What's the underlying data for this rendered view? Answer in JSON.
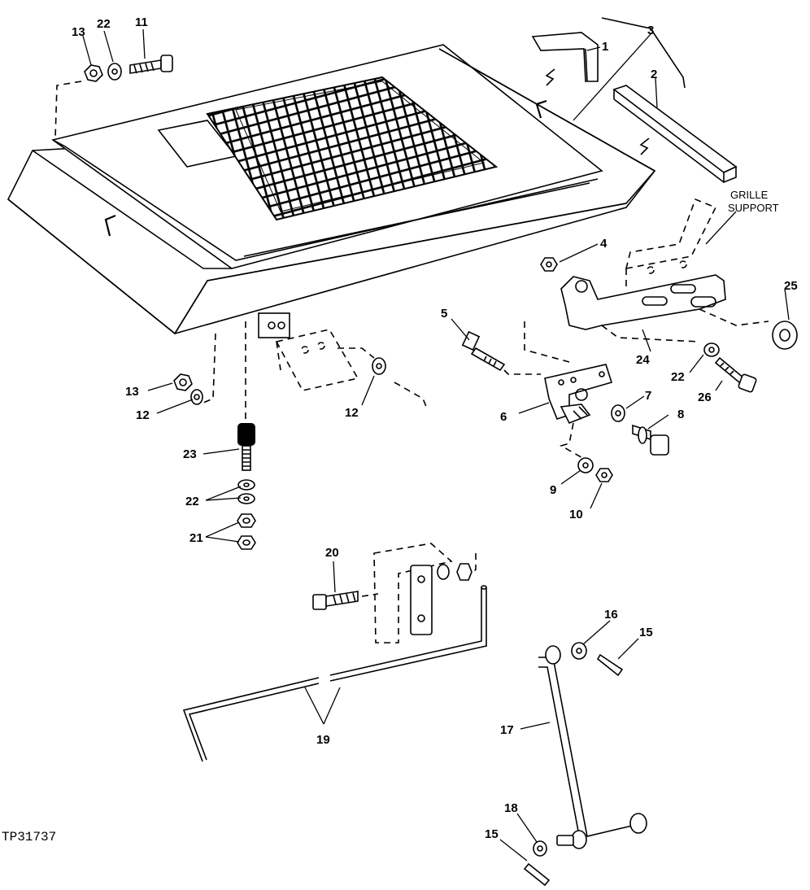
{
  "figure_id": "TP31737",
  "labels": {
    "l1": "1",
    "l2": "2",
    "l3": "3",
    "l4": "4",
    "l5": "5",
    "l6": "6",
    "l7": "7",
    "l8": "8",
    "l9": "9",
    "l10": "10",
    "l11": "11",
    "l12a": "12",
    "l12b": "12",
    "l13a": "13",
    "l13b": "13",
    "l15a": "15",
    "l15b": "15",
    "l16": "16",
    "l17": "17",
    "l18": "18",
    "l19": "19",
    "l20": "20",
    "l21": "21",
    "l22a": "22",
    "l22b": "22",
    "l22c": "22",
    "l23": "23",
    "l24": "24",
    "l25": "25",
    "l26": "26",
    "grille_1": "GRILLE",
    "grille_2": "SUPPORT"
  }
}
